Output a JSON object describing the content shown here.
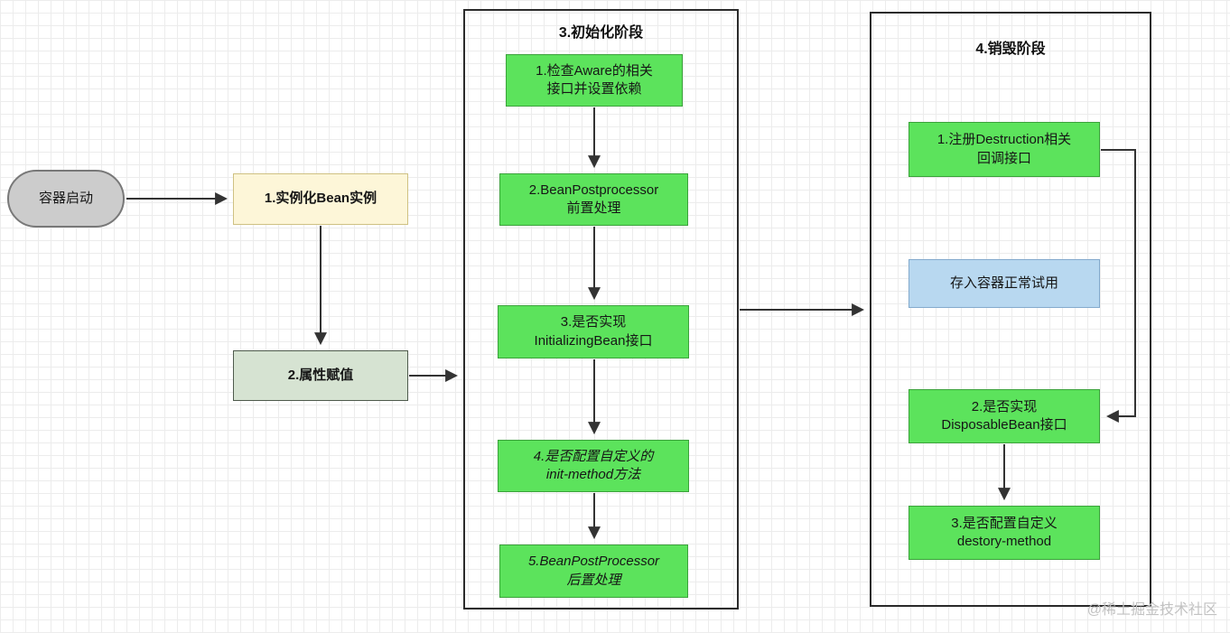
{
  "colors": {
    "green_fill": "#5ce35c",
    "green_border": "#3ba23b",
    "yellow_fill": "#fdf6d8",
    "sage_fill": "#d6e3d2",
    "gray_pill_fill": "#cccccc",
    "blue_fill": "#b8d8f0",
    "container_border": "#2b2b2b",
    "arrow": "#333333"
  },
  "start_node": {
    "label": "容器启动"
  },
  "instantiate": {
    "label": "1.实例化Bean实例"
  },
  "property": {
    "label": "2.属性赋值"
  },
  "init_phase": {
    "title": "3.初始化阶段",
    "steps": [
      {
        "label": "1.检查Aware的相关\n接口并设置依赖"
      },
      {
        "label": "2.BeanPostprocessor\n前置处理"
      },
      {
        "label": "3.是否实现\nInitializingBean接口"
      },
      {
        "label": "4.是否配置自定义的\ninit-method方法"
      },
      {
        "label": "5.BeanPostProcessor\n后置处理"
      }
    ]
  },
  "destroy_phase": {
    "title": "4.销毁阶段",
    "register_callback": {
      "label": "1.注册Destruction相关\n回调接口"
    },
    "store_container": {
      "label": "存入容器正常试用"
    },
    "disposable": {
      "label": "2.是否实现\nDisposableBean接口"
    },
    "destroy_method": {
      "label": "3.是否配置自定义\ndestory-method"
    }
  },
  "watermark": "@稀土掘金技术社区"
}
